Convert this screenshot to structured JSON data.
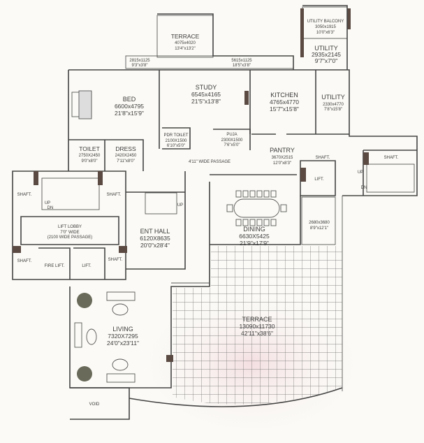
{
  "rooms": {
    "terrace_top": {
      "name": "TERRACE",
      "mm": "4075x4020",
      "ft": "13'4\"x13'2\""
    },
    "strip_left": {
      "mm": "2815x1125",
      "ft": "9'3\"x3'8\""
    },
    "strip_right": {
      "mm": "5615x1125",
      "ft": "18'5\"x3'8\""
    },
    "utility_balcony": {
      "name": "UTILITY BALCONY",
      "mm": "3050x1915",
      "ft": "10'0\"x6'3\""
    },
    "utility_top": {
      "name": "UTILITY",
      "mm": "2935x2145",
      "ft": "9'7\"x7'0\""
    },
    "bed": {
      "name": "BED",
      "mm": "6600x4795",
      "ft": "21'8\"x15'9\""
    },
    "study": {
      "name": "STUDY",
      "mm": "6545x4165",
      "ft": "21'5\"x13'8\""
    },
    "kitchen": {
      "name": "KITCHEN",
      "mm": "4765x4770",
      "ft": "15'7\"x15'8\""
    },
    "utility": {
      "name": "UTILITY",
      "mm": "2330x4770",
      "ft": "7'8\"x15'8\""
    },
    "pwdr_toilet": {
      "name": "PDR TOILET",
      "mm": "2100X1500",
      "ft": "6'10\"x5'0\""
    },
    "puja": {
      "name": "PUJA",
      "mm": "2300X1500",
      "ft": "7'6\"x5'0\""
    },
    "toilet": {
      "name": "TOILET",
      "mm": "2750X2450",
      "ft": "9'0\"x8'0\""
    },
    "dress": {
      "name": "DRESS",
      "mm": "2420X2450",
      "ft": "7'11\"x8'0\""
    },
    "passage": {
      "name": "4'11\" WIDE PASSAGE"
    },
    "pantry": {
      "name": "PANTRY",
      "mm": "3670X2515",
      "ft": "12'0\"x8'3\""
    },
    "shaft_labels": [
      "SHAFT.",
      "SHAFT.",
      "SHAFT.",
      "SHAFT.",
      "SHAFT.",
      "SHAFT."
    ],
    "lift_lobby": {
      "name": "LIFT LOBBY",
      "width": "7'0\" WIDE",
      "note": "(2100 WIDE PASSAGE)"
    },
    "fire_lift": {
      "name": "FIRE LIFT."
    },
    "lift_left": {
      "name": "LIFT."
    },
    "lift_right": {
      "name": "LIFT."
    },
    "ent_hall": {
      "name": "ENT HALL",
      "mm": "6120X8635",
      "ft": "20'0\"x28'4\""
    },
    "dining": {
      "name": "DINING",
      "mm": "6630X5425",
      "ft": "21'9\"x17'9\""
    },
    "terrace_small": {
      "mm": "2680x3680",
      "ft": "8'9\"x12'1\""
    },
    "terrace_main": {
      "name": "TERRACE",
      "mm": "13090x11730",
      "ft": "42'11\"x38'6\""
    },
    "living": {
      "name": "LIVING",
      "mm": "7320X7295",
      "ft": "24'0\"x23'11\""
    },
    "void": {
      "name": "VOID"
    }
  },
  "stairs": {
    "up": "UP",
    "dn": "DN"
  },
  "colors": {
    "wall": "#444444",
    "column": "#5a4a42",
    "paper": "#fbfaf6"
  }
}
